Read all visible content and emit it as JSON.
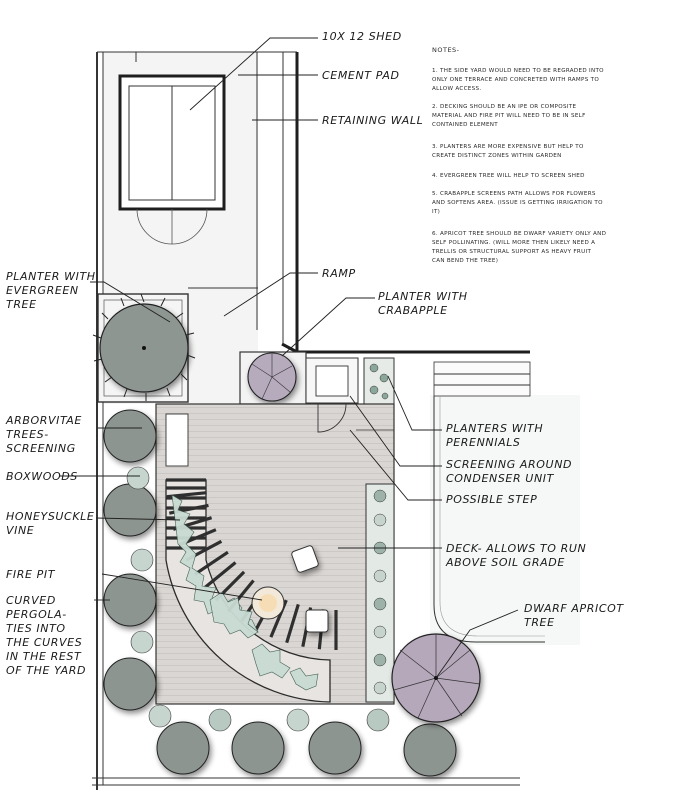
{
  "labels": {
    "shed": "10X 12 Shed",
    "cement_pad": "Cement Pad",
    "retaining_wall": "Retaining Wall",
    "planter_evergreen_1": "Planter with",
    "planter_evergreen_2": "evergreen",
    "planter_evergreen_3": "tree",
    "ramp": "Ramp",
    "planter_crabapple_1": "Planter with",
    "planter_crabapple_2": "crabapple",
    "arborvitae_1": "Arborvitae",
    "arborvitae_2": "trees-",
    "arborvitae_3": "screening",
    "boxwoods": "Boxwoods",
    "honeysuckle_1": "Honeysuckle",
    "honeysuckle_2": "vine",
    "fire_pit": "Fire pit",
    "pergola_1": "Curved",
    "pergola_2": "pergola-",
    "pergola_3": "ties into",
    "pergola_4": "the curves",
    "pergola_5": "in the rest",
    "pergola_6": "of the yard",
    "perennials_1": "Planters with",
    "perennials_2": "perennials",
    "condenser_1": "Screening around",
    "condenser_2": "condenser unit",
    "step": "Possible step",
    "deck_1": "Deck- allows to run",
    "deck_2": "above soil grade",
    "apricot_1": "Dwarf apricot",
    "apricot_2": "tree"
  },
  "notes": {
    "heading": "Notes-",
    "n1a": "1. The side yard would need to be regraded into",
    "n1b": "only one terrace and concreted with ramps to",
    "n1c": "allow access.",
    "n2a": "2. Decking should be an Ipe or composite",
    "n2b": "material and fire pit will need to be in self",
    "n2c": "contained element",
    "n3a": "3. Planters are more expensive but help to",
    "n3b": "create distinct zones within garden",
    "n4a": "4. Evergreen tree will help to screen shed",
    "n5a": "5. Crabapple screens path allows for flowers",
    "n5b": "and softens area. (issue is getting irrigation to",
    "n5c": "it)",
    "n6a": "6. Apricot tree should be dwarf variety only and",
    "n6b": "self pollinating. (will more then likely need a",
    "n6c": "trellis or structural support as heavy fruit",
    "n6d": "can bend the tree)"
  },
  "colors": {
    "deck": "#d9d6d3",
    "pad": "#f3f4f3",
    "tree_gray": "#8d9590",
    "tree_green": "#b9cbc3",
    "tree_purple": "#b3a7b8",
    "pergola": "#3d3d3d"
  }
}
